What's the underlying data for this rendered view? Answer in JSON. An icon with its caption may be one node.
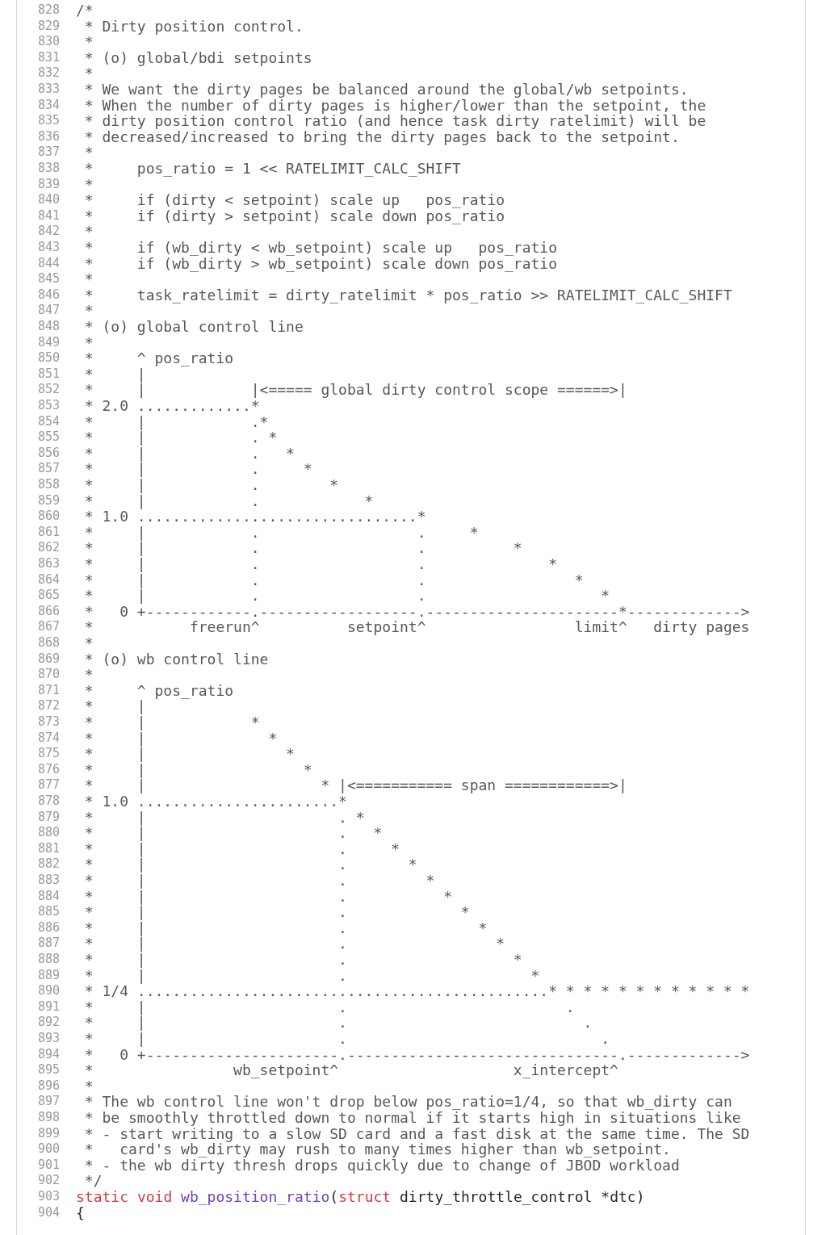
{
  "diagram": {
    "labels": [
      "828",
      "/*",
      "829",
      " * Dirty position control.",
      "830",
      " *",
      "831",
      " * (o) global/bdi setpoints",
      "832",
      " *",
      "833",
      " * We want the dirty pages be balanced around the global/wb setpoints.",
      "834",
      " * When the number of dirty pages is higher/lower than the setpoint, the",
      "835",
      " * dirty position control ratio (and hence task dirty ratelimit) will be",
      "836",
      " * decreased/increased to bring the dirty pages back to the setpoint.",
      "837",
      " *",
      "838",
      " *     pos_ratio = 1 << RATELIMIT_CALC_SHIFT",
      "839",
      " *",
      "840",
      " *     if (dirty < setpoint) scale up   pos_ratio",
      "841",
      " *     if (dirty > setpoint) scale down pos_ratio",
      "842",
      " *",
      "843",
      " *     if (wb_dirty < wb_setpoint) scale up   pos_ratio",
      "844",
      " *     if (wb_dirty > wb_setpoint) scale down pos_ratio",
      "845",
      " *",
      "846",
      " *     task_ratelimit = dirty_ratelimit * pos_ratio >> RATELIMIT_CALC_SHIFT",
      "847",
      " *",
      "848",
      " * (o) global control line",
      "849",
      " *",
      "850",
      " *     ^ pos_ratio",
      "851",
      " *     |",
      "852",
      " *     |            |<===== global dirty control scope ======>|",
      "853",
      " * 2.0 .............*",
      "854",
      " *     |            .*",
      "855",
      " *     |            . *",
      "856",
      " *     |            .   *",
      "857",
      " *     |            .     *",
      "858",
      " *     |            .        *",
      "859",
      " *     |            .            *",
      "860",
      " * 1.0 ................................*",
      "861",
      " *     |            .                  .     *",
      "862",
      " *     |            .                  .          *",
      "863",
      " *     |            .                  .              *",
      "864",
      " *     |            .                  .                 *",
      "865",
      " *     |            .                  .                    *",
      "866",
      " *   0 +------------.------------------.----------------------*------------->",
      "867",
      " *           freerun^          setpoint^                 limit^   dirty pages",
      "868",
      " *",
      "869",
      " * (o) wb control line",
      "870",
      " *",
      "871",
      " *     ^ pos_ratio",
      "872",
      " *     |",
      "873",
      " *     |            *",
      "874",
      " *     |              *",
      "875",
      " *     |                *",
      "876",
      " *     |                  *",
      "877",
      " *     |                    * |<=========== span ============>|",
      "878",
      " * 1.0 .......................*",
      "879",
      " *     |                      . *",
      "880",
      " *     |                      .   *",
      "881",
      " *     |                      .     *",
      "882",
      " *     |                      .       *",
      "883",
      " *     |                      .         *",
      "884",
      " *     |                      .           *",
      "885",
      " *     |                      .             *",
      "886",
      " *     |                      .               *",
      "887",
      " *     |                      .                 *",
      "888",
      " *     |                      .                   *",
      "889",
      " *     |                      .                     *",
      "890",
      " * 1/4 ...............................................* * * * * * * * * * * *",
      "891",
      " *     |                      .                         .",
      "892",
      " *     |                      .                           .",
      "893",
      " *     |                      .                             .",
      "894",
      " *   0 +----------------------.-------------------------------.------------->",
      "895",
      " *                wb_setpoint^                    x_intercept^",
      "896",
      " *",
      "897",
      " * The wb control line won't drop below pos_ratio=1/4, so that wb_dirty can",
      "898",
      " * be smoothly throttled down to normal if it starts high in situations like",
      "899",
      " * - start writing to a slow SD card and a fast disk at the same time. The SD",
      "900",
      " *   card's wb_dirty may rush to many times higher than wb_setpoint.",
      "901",
      " * - the wb dirty thresh drops quickly due to change of JBOD workload",
      "902",
      " */",
      "903",
      "static void wb_position_ratio(struct dirty_throttle_control *dtc)",
      "904",
      "{"
    ]
  }
}
